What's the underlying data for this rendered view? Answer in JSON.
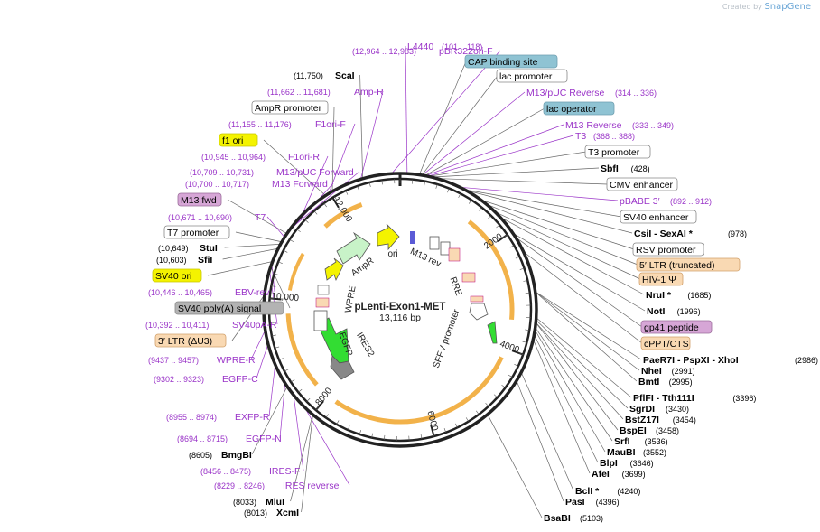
{
  "credit": {
    "prefix": "Created by",
    "brand": "SnapGene"
  },
  "plasmid": {
    "name": "pLenti-Exon1-MET",
    "size": "13,116 bp"
  },
  "ruler": [
    "2000",
    "4000",
    "6000",
    "8000",
    "10,000",
    "12,000"
  ],
  "inner_labels": [
    "AmpR",
    "ori",
    "M13 rev",
    "RRE",
    "SFFV promoter",
    "IRES2",
    "EGFP",
    "WPRE"
  ],
  "colors": {
    "feature_purple": "#9a34c8",
    "enzyme_black": "#000000",
    "pos_purple": "#9a34c8",
    "blue_box": "#8fc3d3",
    "yellow_box": "#f4f300",
    "gray_box": "#b3b3b3",
    "orange_box": "#f9d9b3",
    "pink_box": "#d6a6d6",
    "promoter_box": "#ffffff",
    "arc_orange": "#f2b24a",
    "arrow_yellow": "#f4f300",
    "arrow_green": "#33dd33",
    "arrow_lightgreen": "#c8f3c8"
  },
  "left_labels": [
    {
      "id": "pbr322ori",
      "text": "pBR322ori-F",
      "pos": "(12,964 .. 12,983)",
      "kind": "primer"
    },
    {
      "id": "scai",
      "text": "ScaI",
      "pos": "(11,750)",
      "kind": "enzyme"
    },
    {
      "id": "ampr-f",
      "text": "Amp-R",
      "pos": "(11,662 .. 11,681)",
      "kind": "primer"
    },
    {
      "id": "ampr-promoter",
      "text": "AmpR promoter",
      "kind": "promoter"
    },
    {
      "id": "f1ori-f",
      "text": "F1ori-F",
      "pos": "(11,155 .. 11,176)",
      "kind": "primer"
    },
    {
      "id": "f1-ori",
      "text": "f1 ori",
      "kind": "yellow"
    },
    {
      "id": "f1ori-r",
      "text": "F1ori-R",
      "pos": "(10,945 .. 10,964)",
      "kind": "primer"
    },
    {
      "id": "m13puc-forward",
      "text": "M13/pUC Forward",
      "pos": "(10,709 .. 10,731)",
      "kind": "primer"
    },
    {
      "id": "m13-forward",
      "text": "M13 Forward",
      "pos": "(10,700 .. 10,717)",
      "kind": "primer"
    },
    {
      "id": "m13-fwd",
      "text": "M13 fwd",
      "kind": "pink"
    },
    {
      "id": "t7",
      "text": "T7",
      "pos": "(10,671 .. 10,690)",
      "kind": "primer"
    },
    {
      "id": "t7-promoter",
      "text": "T7 promoter",
      "kind": "promoter"
    },
    {
      "id": "stui",
      "text": "StuI",
      "pos": "(10,649)",
      "kind": "enzyme"
    },
    {
      "id": "sfii",
      "text": "SfiI",
      "pos": "(10,603)",
      "kind": "enzyme"
    },
    {
      "id": "sv40-ori",
      "text": "SV40 ori",
      "kind": "yellow"
    },
    {
      "id": "ebv-rev",
      "text": "EBV-rev",
      "pos": "(10,446 .. 10,465)",
      "kind": "primer"
    },
    {
      "id": "sv40-polya",
      "text": "SV40 poly(A) signal",
      "kind": "gray"
    },
    {
      "id": "sv40pa-r",
      "text": "SV40pA-R",
      "pos": "(10,392 .. 10,411)",
      "kind": "primer"
    },
    {
      "id": "3ltr",
      "text": "3′ LTR (ΔU3)",
      "kind": "orange"
    },
    {
      "id": "wpre-r",
      "text": "WPRE-R",
      "pos": "(9437 .. 9457)",
      "kind": "primer"
    },
    {
      "id": "egfp-c",
      "text": "EGFP-C",
      "pos": "(9302 .. 9323)",
      "kind": "primer"
    },
    {
      "id": "exfp-r",
      "text": "EXFP-R",
      "pos": "(8955 .. 8974)",
      "kind": "primer"
    },
    {
      "id": "egfp-n",
      "text": "EGFP-N",
      "pos": "(8694 .. 8715)",
      "kind": "primer"
    },
    {
      "id": "bmgbi",
      "text": "BmgBI",
      "pos": "(8605)",
      "kind": "enzyme"
    },
    {
      "id": "ires-f",
      "text": "IRES-F",
      "pos": "(8456 .. 8475)",
      "kind": "primer"
    },
    {
      "id": "ires-reverse",
      "text": "IRES reverse",
      "pos": "(8229 .. 8246)",
      "kind": "primer"
    },
    {
      "id": "mlui",
      "text": "MluI",
      "pos": "(8033)",
      "kind": "enzyme"
    },
    {
      "id": "xcmi",
      "text": "XcmI",
      "pos": "(8013)",
      "kind": "enzyme"
    }
  ],
  "right_labels": [
    {
      "id": "l4440",
      "text": "L4440",
      "pos": "(101 .. 118)",
      "kind": "primer"
    },
    {
      "id": "cap-site",
      "text": "CAP binding site",
      "kind": "blue"
    },
    {
      "id": "lac-promoter",
      "text": "lac promoter",
      "kind": "promoter"
    },
    {
      "id": "m13puc-reverse",
      "text": "M13/pUC Reverse",
      "pos": "(314 .. 336)",
      "kind": "primer"
    },
    {
      "id": "lac-operator",
      "text": "lac operator",
      "kind": "blue"
    },
    {
      "id": "m13-reverse",
      "text": "M13 Reverse",
      "pos": "(333 .. 349)",
      "kind": "primer"
    },
    {
      "id": "t3",
      "text": "T3",
      "pos": "(368 .. 388)",
      "kind": "primer"
    },
    {
      "id": "t3-promoter",
      "text": "T3 promoter",
      "kind": "promoter"
    },
    {
      "id": "sbfi",
      "text": "SbfI",
      "pos": "(428)",
      "kind": "enzyme"
    },
    {
      "id": "cmv-enhancer",
      "text": "CMV enhancer",
      "kind": "promoter"
    },
    {
      "id": "pbabe3",
      "text": "pBABE 3′",
      "pos": "(892 .. 912)",
      "kind": "primer"
    },
    {
      "id": "sv40-enhancer",
      "text": "SV40 enhancer",
      "kind": "promoter"
    },
    {
      "id": "csii",
      "text": "CsiI  - SexAI *",
      "pos": "(978)",
      "kind": "enzyme"
    },
    {
      "id": "rsv-promoter",
      "text": "RSV promoter",
      "kind": "promoter"
    },
    {
      "id": "5ltr",
      "text": "5′ LTR (truncated)",
      "kind": "orange"
    },
    {
      "id": "hiv1",
      "text": "HIV-1 Ψ",
      "kind": "orange"
    },
    {
      "id": "nrui",
      "text": "NruI *",
      "pos": "(1685)",
      "kind": "enzyme"
    },
    {
      "id": "noti",
      "text": "NotI",
      "pos": "(1996)",
      "kind": "enzyme"
    },
    {
      "id": "gp41",
      "text": "gp41 peptide",
      "kind": "pink"
    },
    {
      "id": "cppt",
      "text": "cPPT/CTS",
      "kind": "orange"
    },
    {
      "id": "paer7i",
      "text": "PaeR7I   - PspXI   - XhoI",
      "pos": "(2986)",
      "kind": "enzyme"
    },
    {
      "id": "nhei",
      "text": "NheI",
      "pos": "(2991)",
      "kind": "enzyme"
    },
    {
      "id": "bmti",
      "text": "BmtI",
      "pos": "(2995)",
      "kind": "enzyme"
    },
    {
      "id": "pflfi",
      "text": "PflFI  - Tth111I",
      "pos": "(3396)",
      "kind": "enzyme"
    },
    {
      "id": "sgrdi",
      "text": "SgrDI",
      "pos": "(3430)",
      "kind": "enzyme"
    },
    {
      "id": "bstz17i",
      "text": "BstZ17I",
      "pos": "(3454)",
      "kind": "enzyme"
    },
    {
      "id": "bspei",
      "text": "BspEI",
      "pos": "(3458)",
      "kind": "enzyme"
    },
    {
      "id": "srfi",
      "text": "SrfI",
      "pos": "(3536)",
      "kind": "enzyme"
    },
    {
      "id": "maubi",
      "text": "MauBI",
      "pos": "(3552)",
      "kind": "enzyme"
    },
    {
      "id": "blpi",
      "text": "BlpI",
      "pos": "(3646)",
      "kind": "enzyme"
    },
    {
      "id": "afei",
      "text": "AfeI",
      "pos": "(3699)",
      "kind": "enzyme"
    },
    {
      "id": "bcli",
      "text": "BclI *",
      "pos": "(4240)",
      "kind": "enzyme"
    },
    {
      "id": "pasi",
      "text": "PasI",
      "pos": "(4396)",
      "kind": "enzyme"
    },
    {
      "id": "bsabi",
      "text": "BsaBI",
      "pos": "(5103)",
      "kind": "enzyme"
    }
  ]
}
